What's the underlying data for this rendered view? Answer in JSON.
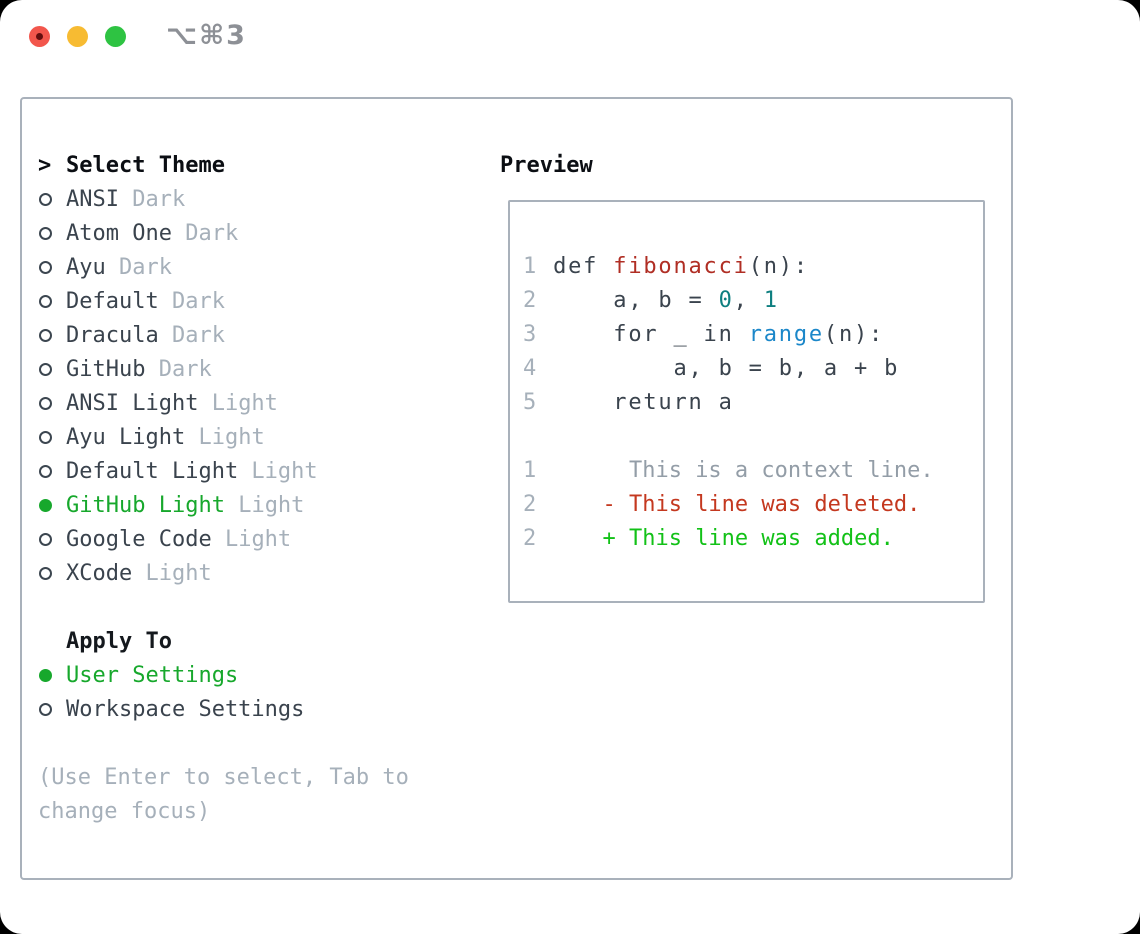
{
  "window": {
    "shortcut_label": "⌥⌘3"
  },
  "colors": {
    "text_dark": "#3a434d",
    "muted_gray": "#a6b0ba",
    "accent_green": "#17a82c",
    "panel_border": "#a9b1bb",
    "traffic_red": "#f2564c",
    "traffic_red_dot": "#630e0e",
    "traffic_yellow": "#f7bb32",
    "traffic_green": "#2ec342",
    "code_function_red": "#b02e24",
    "code_number_teal": "#0e7f80",
    "code_call_blue": "#1b87c9",
    "diff_deleted_red": "#c4381f",
    "diff_added_green": "#12c117"
  },
  "icons": {
    "radio_unselected": "circle-outline",
    "radio_selected": "circle-filled-green",
    "close": "red-circle-with-dot",
    "minimize": "yellow-circle",
    "zoom": "green-circle"
  },
  "theme_selector": {
    "header": {
      "cursor": ">",
      "label": "Select Theme"
    },
    "themes": [
      {
        "name": "ANSI",
        "variant": "Dark",
        "selected": false
      },
      {
        "name": "Atom One",
        "variant": "Dark",
        "selected": false
      },
      {
        "name": "Ayu",
        "variant": "Dark",
        "selected": false
      },
      {
        "name": "Default",
        "variant": "Dark",
        "selected": false
      },
      {
        "name": "Dracula",
        "variant": "Dark",
        "selected": false
      },
      {
        "name": "GitHub",
        "variant": "Dark",
        "selected": false
      },
      {
        "name": "ANSI Light",
        "variant": "Light",
        "selected": false
      },
      {
        "name": "Ayu Light",
        "variant": "Light",
        "selected": false
      },
      {
        "name": "Default Light",
        "variant": "Light",
        "selected": false
      },
      {
        "name": "GitHub Light",
        "variant": "Light",
        "selected": true
      },
      {
        "name": "Google Code",
        "variant": "Light",
        "selected": false
      },
      {
        "name": "XCode",
        "variant": "Light",
        "selected": false
      }
    ],
    "apply_to": {
      "label": "Apply To",
      "options": [
        {
          "name": "User Settings",
          "selected": true
        },
        {
          "name": "Workspace Settings",
          "selected": false
        }
      ]
    },
    "help_lines": [
      "(Use Enter to select, Tab to",
      "change focus)"
    ]
  },
  "preview": {
    "label": "Preview",
    "lines": [
      {
        "style": "py",
        "segments": [
          [
            "1",
            "num"
          ],
          [
            " def ",
            "plain"
          ],
          [
            "fibonacci",
            "func"
          ],
          [
            "(n):",
            "plain"
          ]
        ]
      },
      {
        "style": "py",
        "segments": [
          [
            "2",
            "num"
          ],
          [
            "     a, b = ",
            "plain"
          ],
          [
            "0",
            "lit"
          ],
          [
            ", ",
            "plain"
          ],
          [
            "1",
            "lit"
          ]
        ]
      },
      {
        "style": "py",
        "segments": [
          [
            "3",
            "num"
          ],
          [
            "     for _ in ",
            "plain"
          ],
          [
            "range",
            "call"
          ],
          [
            "(n):",
            "plain"
          ]
        ]
      },
      {
        "style": "py",
        "segments": [
          [
            "4",
            "num"
          ],
          [
            "         a, b = b, a + b",
            "plain"
          ]
        ]
      },
      {
        "style": "py",
        "segments": [
          [
            "5",
            "num"
          ],
          [
            "     return a",
            "plain"
          ]
        ]
      },
      {
        "style": "blank",
        "segments": []
      },
      {
        "style": "diff",
        "segments": [
          [
            "1",
            "num"
          ],
          [
            "       This is a context line.",
            "context"
          ]
        ]
      },
      {
        "style": "diff",
        "segments": [
          [
            "2",
            "num"
          ],
          [
            "     - This line was deleted.",
            "del"
          ]
        ]
      },
      {
        "style": "diff",
        "segments": [
          [
            "2",
            "num"
          ],
          [
            "     + This line was added.",
            "add"
          ]
        ]
      }
    ]
  }
}
